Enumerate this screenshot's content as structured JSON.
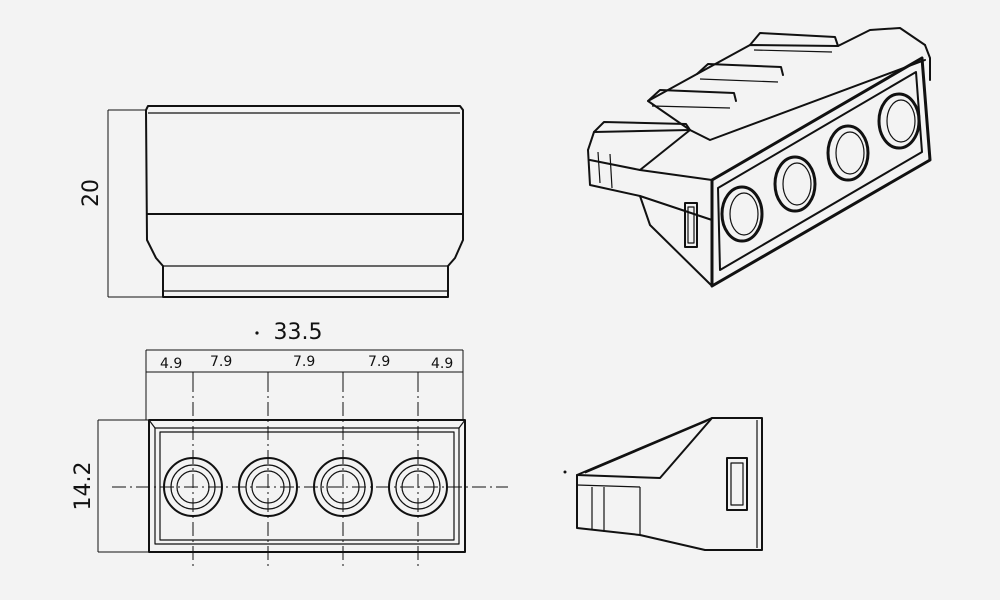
{
  "drawing": {
    "subject": "4-way push-in wire connector",
    "front_view": {
      "height_dim": "20"
    },
    "top_view": {
      "width_dim": "33.5",
      "depth_dim": "14.2",
      "pitch_dims": [
        "4.9",
        "7.9",
        "7.9",
        "7.9",
        "4.9"
      ],
      "port_count": 4
    },
    "isometric_view": {
      "port_count": 4
    },
    "side_view": {}
  }
}
